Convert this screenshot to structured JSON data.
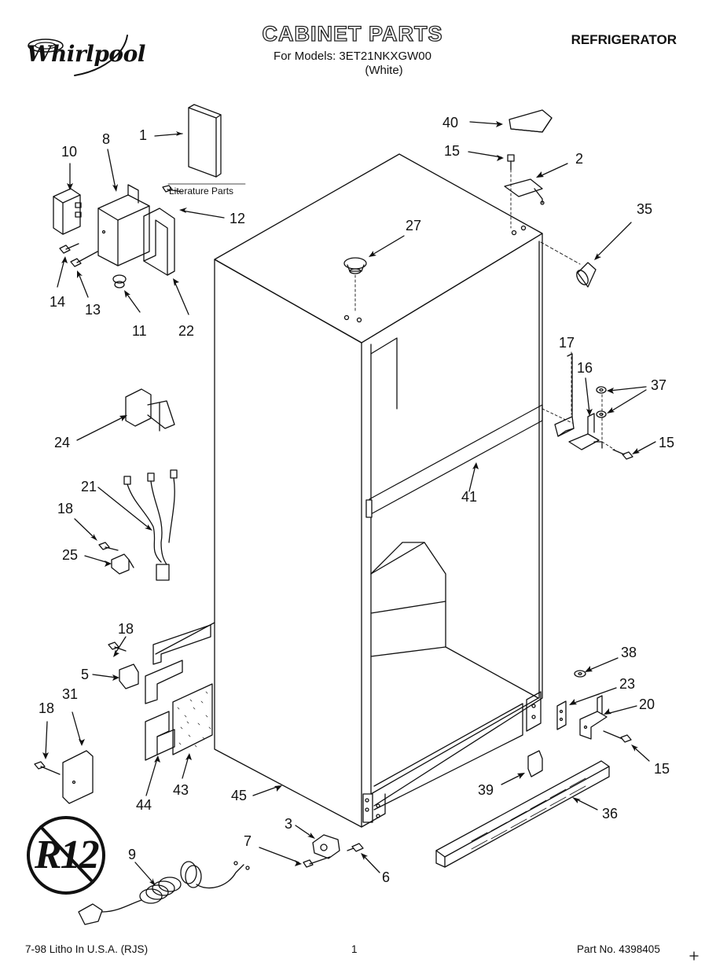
{
  "header": {
    "brand": "Whirlpool",
    "title": "CABINET PARTS",
    "models_line": "For Models: 3ET21NKXGW00",
    "color_line": "(White)",
    "category": "REFRIGERATOR"
  },
  "badge": {
    "text": "R12"
  },
  "literature_label": "Literature Parts",
  "callouts": {
    "c1": "1",
    "c2": "2",
    "c3": "3",
    "c5": "5",
    "c6": "6",
    "c7": "7",
    "c8": "8",
    "c9": "9",
    "c10": "10",
    "c11": "11",
    "c12": "12",
    "c13": "13",
    "c14": "14",
    "c15a": "15",
    "c15b": "15",
    "c15c": "15",
    "c16": "16",
    "c17": "17",
    "c18a": "18",
    "c18b": "18",
    "c18c": "18",
    "c20": "20",
    "c21": "21",
    "c22": "22",
    "c23": "23",
    "c24": "24",
    "c25": "25",
    "c27": "27",
    "c31": "31",
    "c35": "35",
    "c36": "36",
    "c37": "37",
    "c38": "38",
    "c39": "39",
    "c40": "40",
    "c41": "41",
    "c43": "43",
    "c44": "44",
    "c45": "45"
  },
  "footer": {
    "left": "7-98 Litho In U.S.A. (RJS)",
    "page": "1",
    "part_no": "Part No. 4398405"
  }
}
